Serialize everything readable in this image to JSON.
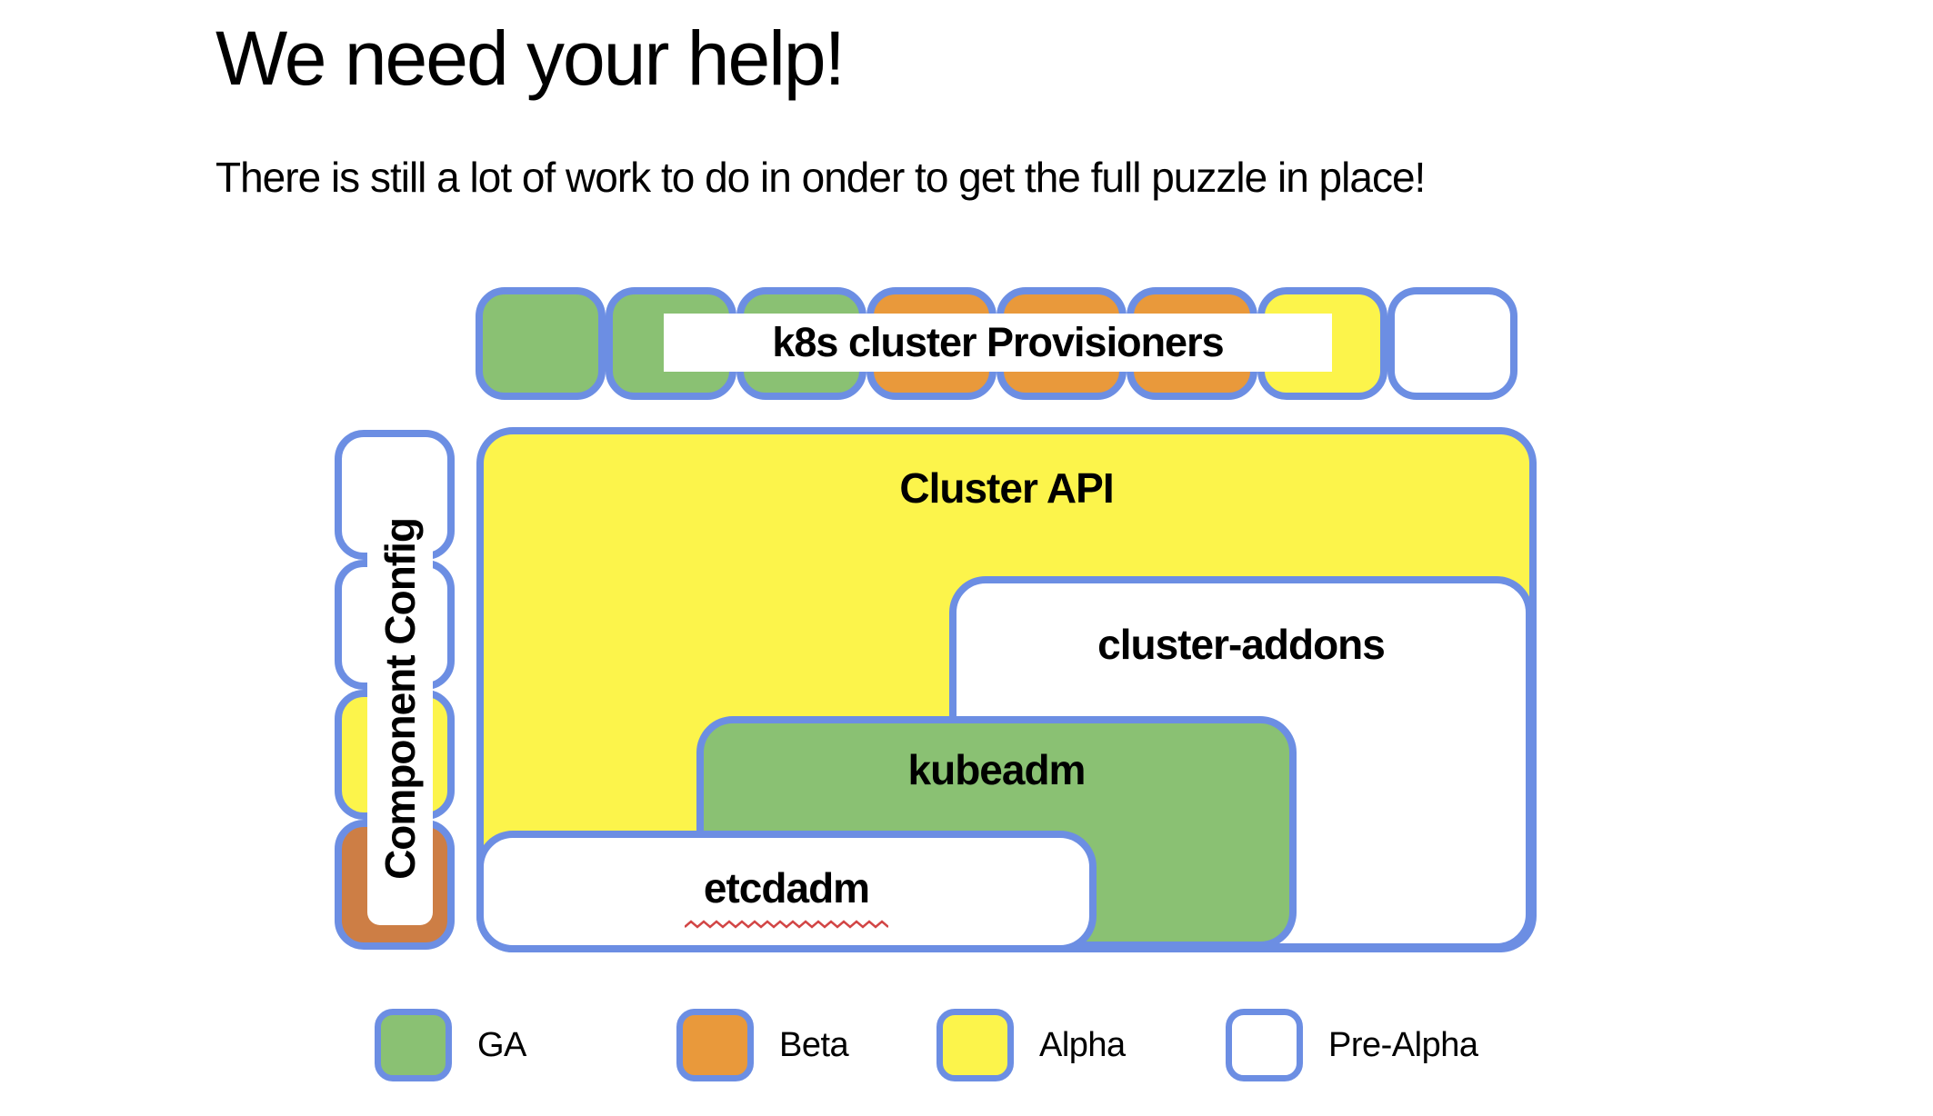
{
  "slide": {
    "title": "We need your help!",
    "subtitle": "There is still a lot of work to do in onder to get the full puzzle in place!"
  },
  "colors": {
    "border_blue": "#6C8EE3",
    "ga_green": "#8AC173",
    "beta_orange": "#E9993B",
    "alpha_yellow": "#FCF44B",
    "pre_alpha_white": "#FFFFFF",
    "component_config_beta_orange": "#CD7E45",
    "spellcheck_red": "#D24545"
  },
  "diagram": {
    "provisioners": {
      "label": "k8s cluster Provisioners",
      "tiles": [
        "ga",
        "ga",
        "ga",
        "beta",
        "beta",
        "beta",
        "alpha",
        "pre"
      ]
    },
    "component_config": {
      "label": "Component Config",
      "tiles": [
        "pre",
        "pre",
        "alpha",
        "beta_dark"
      ]
    },
    "boxes": {
      "cluster_api": {
        "label": "Cluster API",
        "status": "Alpha"
      },
      "cluster_addons": {
        "label": "cluster-addons",
        "status": "Pre-Alpha"
      },
      "kubeadm": {
        "label": "kubeadm",
        "status": "GA"
      },
      "etcdadm": {
        "label": "etcdadm",
        "status": "Pre-Alpha",
        "spellcheck_underline": true
      }
    }
  },
  "legend": {
    "items": [
      {
        "label": "GA",
        "status": "ga"
      },
      {
        "label": "Beta",
        "status": "beta"
      },
      {
        "label": "Alpha",
        "status": "alpha"
      },
      {
        "label": "Pre-Alpha",
        "status": "pre"
      }
    ]
  }
}
